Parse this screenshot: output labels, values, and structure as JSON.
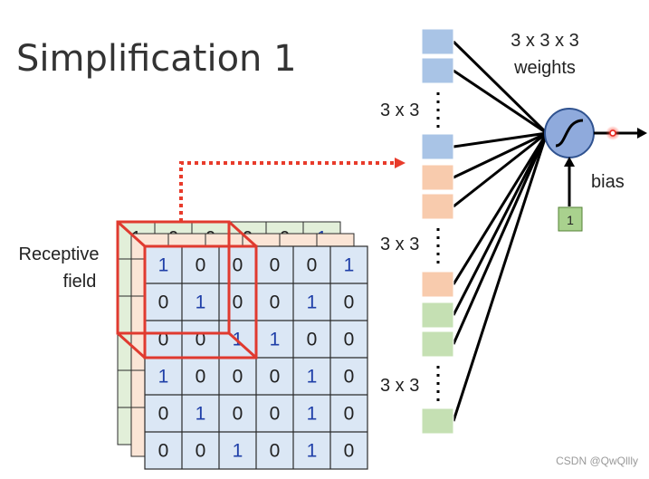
{
  "title": "Simplification 1",
  "labels": {
    "receptive_field_line1": "Receptive",
    "receptive_field_line2": "field",
    "weights_line1": "3 x 3 x 3",
    "weights_line2": "weights",
    "group_size": "3 x 3",
    "bias": "bias",
    "bias_input": "1"
  },
  "matrix": [
    [
      "1",
      "0",
      "0",
      "0",
      "0",
      "1"
    ],
    [
      "0",
      "1",
      "0",
      "0",
      "1",
      "0"
    ],
    [
      "0",
      "0",
      "1",
      "1",
      "0",
      "0"
    ],
    [
      "1",
      "0",
      "0",
      "0",
      "1",
      "0"
    ],
    [
      "0",
      "1",
      "0",
      "0",
      "1",
      "0"
    ],
    [
      "0",
      "0",
      "1",
      "0",
      "1",
      "0"
    ]
  ],
  "back_layer_peek": [
    "1",
    "0",
    "0",
    "0",
    "0",
    "1"
  ],
  "highlight_cells": [
    [
      0,
      0
    ],
    [
      1,
      1
    ],
    [
      2,
      2
    ],
    [
      2,
      3
    ],
    [
      3,
      0
    ],
    [
      4,
      1
    ],
    [
      5,
      2
    ],
    [
      0,
      5
    ],
    [
      1,
      4
    ],
    [
      3,
      4
    ],
    [
      4,
      4
    ],
    [
      5,
      4
    ]
  ],
  "watermark": "CSDN @QwQllly",
  "colors": {
    "blue_fill": "#dbe7f5",
    "blue_input": "#a9c4e6",
    "orange_layer": "#fbe5d6",
    "orange_input": "#f8cbad",
    "green_layer": "#e2efd9",
    "green_input": "#c5e0b3",
    "receptive_box": "#e03a2f",
    "arrow_red": "#e83b2b",
    "digit_blue": "#1f3fa8",
    "neuron_fill": "#8faadc",
    "bias_box": "#a9d18e"
  }
}
